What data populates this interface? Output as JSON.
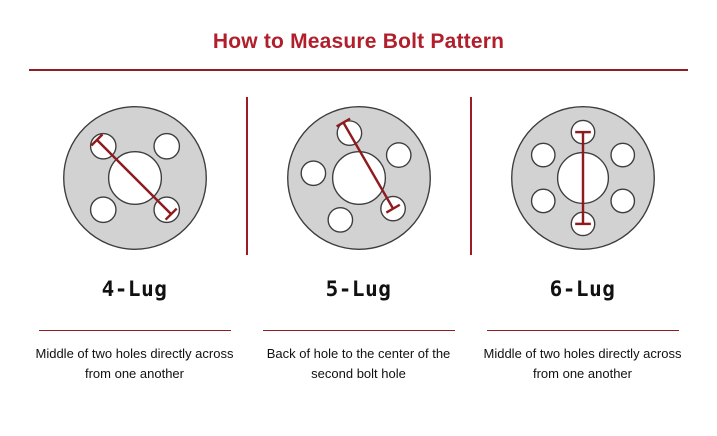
{
  "header": {
    "title": "How to Measure Bolt Pattern"
  },
  "sections": [
    {
      "label": "4-Lug",
      "description": "Middle of two holes directly across from one another"
    },
    {
      "label": "5-Lug",
      "description": "Back of hole to the center of the second bolt hole"
    },
    {
      "label": "6-Lug",
      "description": "Middle of two holes directly across from one another"
    }
  ],
  "colors": {
    "accent_red": "#b01f2b",
    "rule_red": "#8f1d24",
    "measurement_red": "#8e1b1e",
    "hub_fill": "#d2d2d2",
    "hub_stroke": "#3d3d3d"
  }
}
